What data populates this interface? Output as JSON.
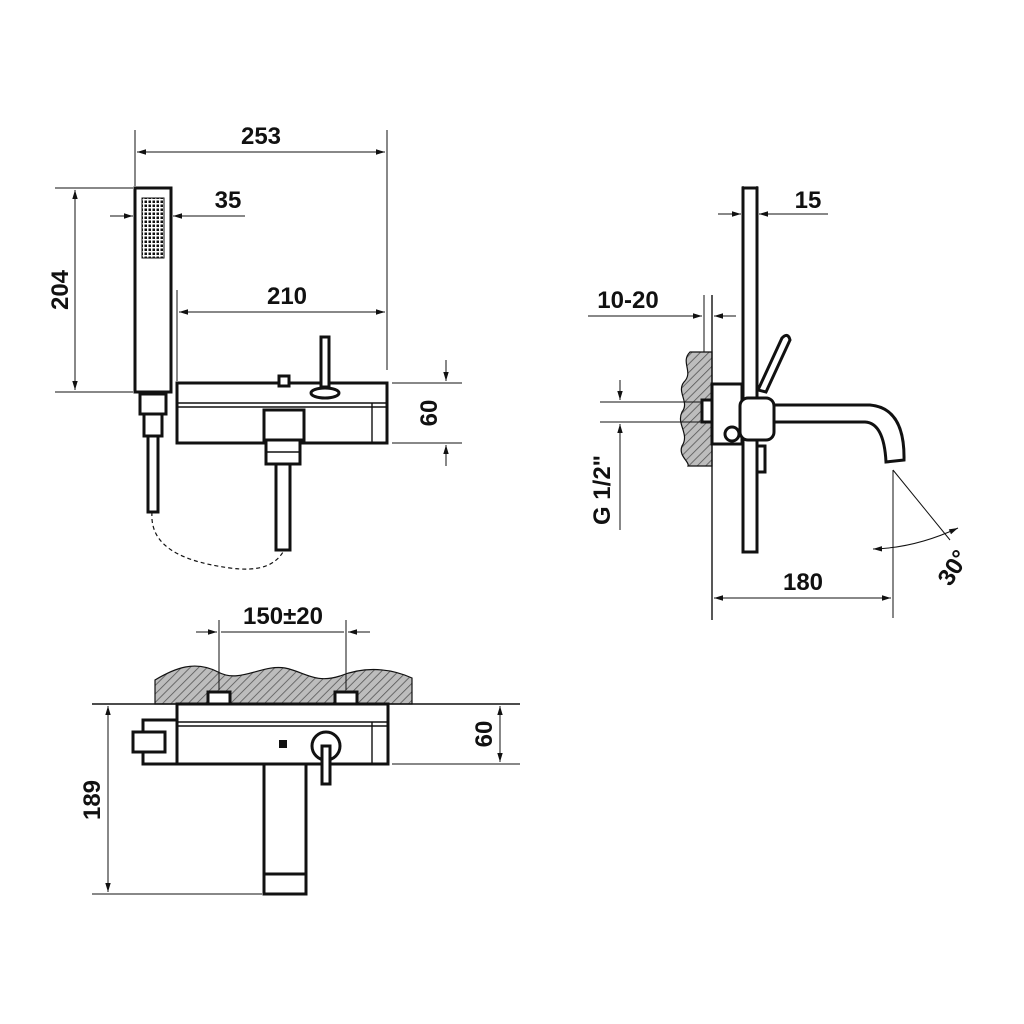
{
  "dimensions": {
    "overall_width": "253",
    "head_width": "35",
    "head_height": "204",
    "spout_span": "210",
    "body_height_front": "60",
    "bar_diameter": "15",
    "wall_offset": "10-20",
    "connection": "G 1/2\"",
    "projection": "180",
    "spout_angle": "30°",
    "centers": "150±20",
    "body_height_top": "60",
    "depth": "189"
  },
  "colors": {
    "line": "#111111",
    "hatch": "#888888",
    "background": "#ffffff"
  }
}
